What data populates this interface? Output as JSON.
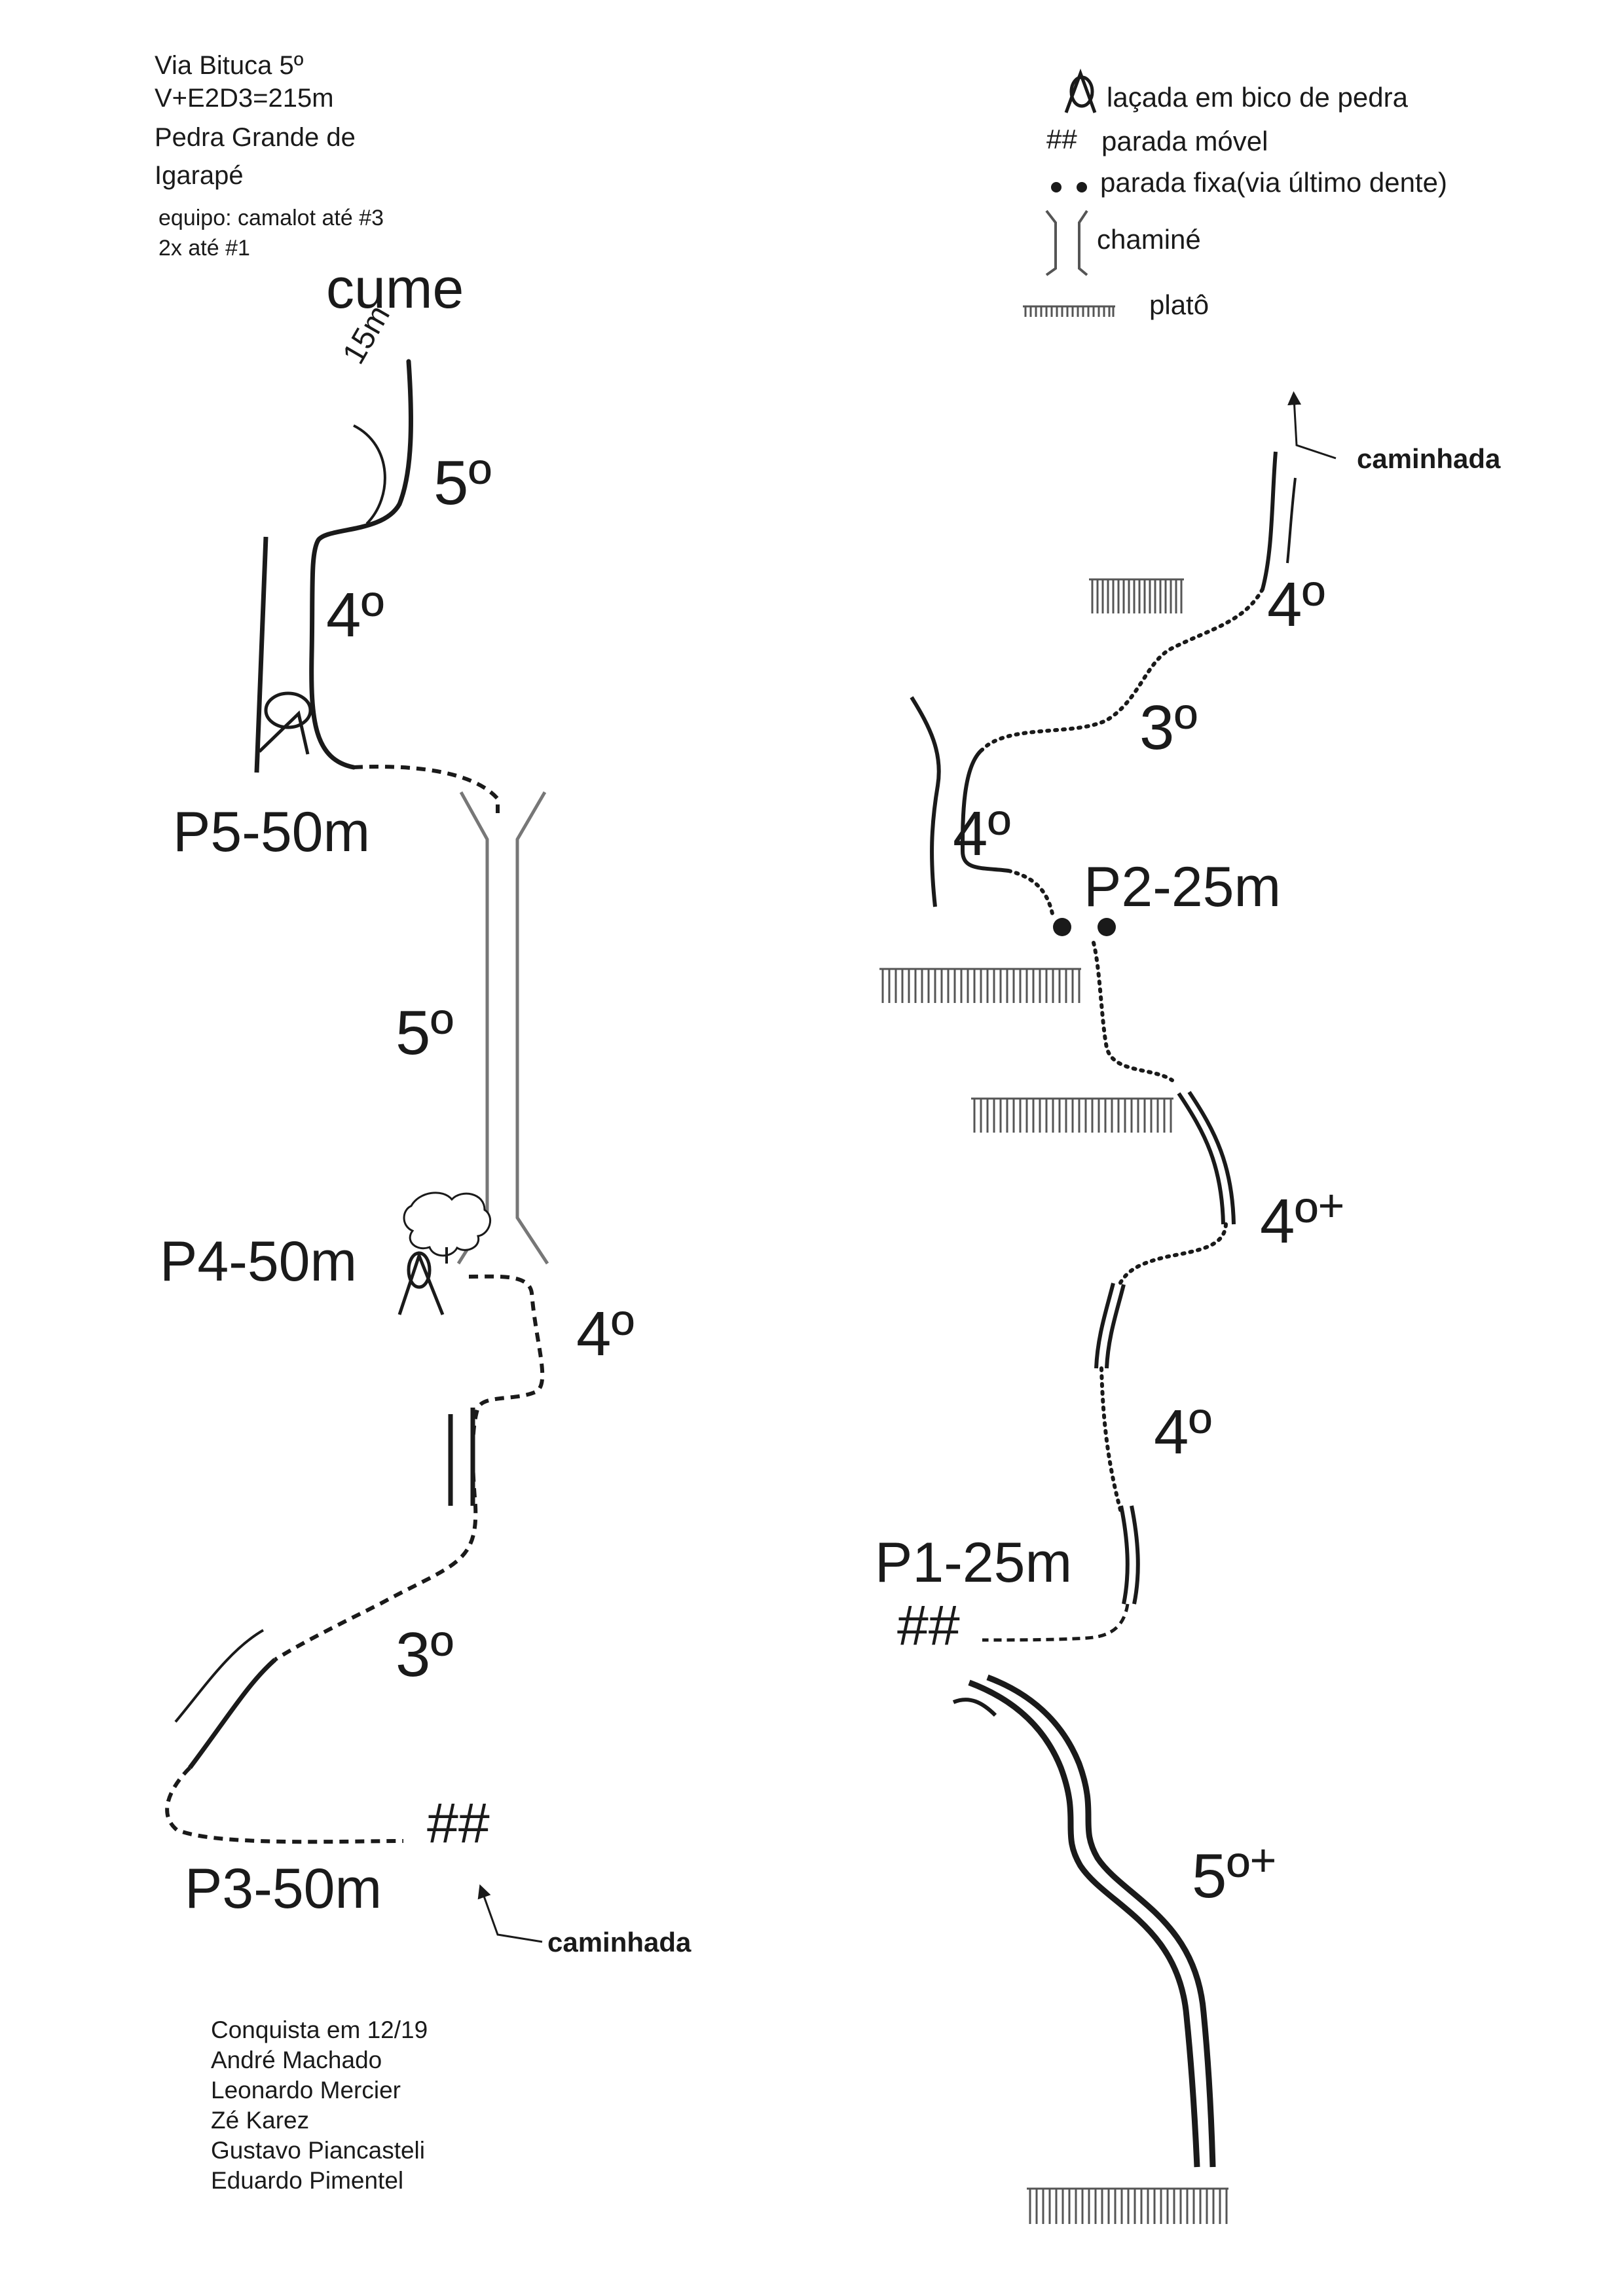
{
  "route_info": {
    "name": "Via Bituca 5º",
    "grade": "V+E2D3=215m",
    "location_line1": "Pedra Grande de",
    "location_line2": "Igarapé",
    "gear_line1": "equipo: camalot até #3",
    "gear_line2": "2x até #1"
  },
  "legend": {
    "sling": "laçada em bico de pedra",
    "movable_belay_symbol": "##",
    "movable_belay": "parada móvel",
    "fixed_belay": "parada fixa(via último dente)",
    "chimney": "chaminé",
    "ledge": "platô"
  },
  "left_topo": {
    "summit": "cume",
    "last_pitch_length": "15m",
    "grade_top": "5º",
    "grade_upper": "4º",
    "belay_p5": "P5-50m",
    "grade_chimney": "5º",
    "belay_p4": "P4-50m",
    "grade_mid": "4º",
    "grade_low": "3º",
    "anchor_symbol": "##",
    "belay_p3": "P3-50m",
    "approach": "caminhada"
  },
  "right_topo": {
    "exit": "caminhada",
    "grade_top": "4º",
    "grade_mid_upper": "3º",
    "grade_left": "4º",
    "belay_p2": "P2-25m",
    "grade_4plus_base": "4º",
    "grade_4plus_sup": "+",
    "grade_mid": "4º",
    "belay_p1": "P1-25m",
    "anchor_symbol": "##",
    "grade_start_base": "5º",
    "grade_start_sup": "+"
  },
  "credits": {
    "line1": "Conquista em 12/19",
    "line2": "André Machado",
    "line3": "Leonardo Mercier",
    "line4": "Zé Karez",
    "line5": "Gustavo Piancasteli",
    "line6": "Eduardo Pimentel"
  }
}
